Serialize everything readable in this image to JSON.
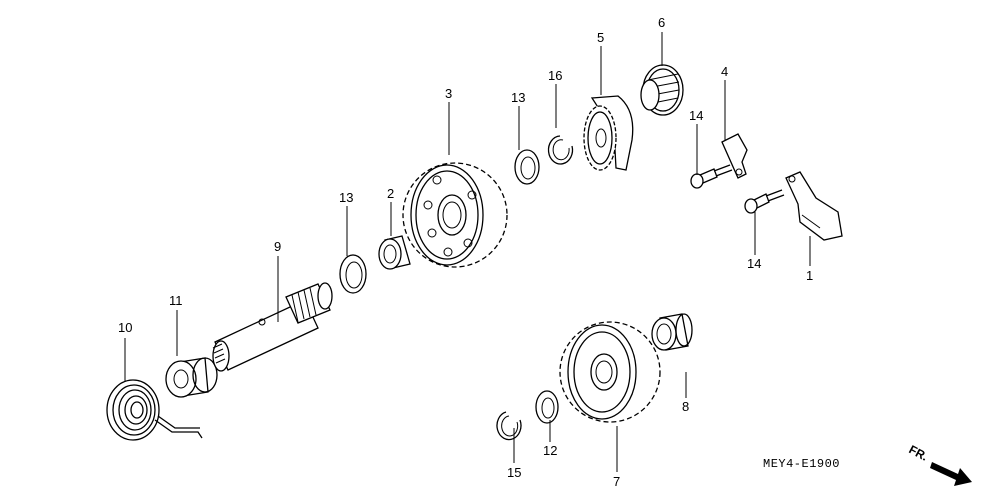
{
  "diagram": {
    "labels": {
      "p1": "1",
      "p2": "2",
      "p3": "3",
      "p4": "4",
      "p5": "5",
      "p6": "6",
      "p7": "7",
      "p8": "8",
      "p9": "9",
      "p10": "10",
      "p11": "11",
      "p12": "12",
      "p13a": "13",
      "p13b": "13",
      "p14a": "14",
      "p14b": "14",
      "p15": "15",
      "p16": "16"
    },
    "figure_code": "MEY4-E1900",
    "front_marker": "FR."
  }
}
